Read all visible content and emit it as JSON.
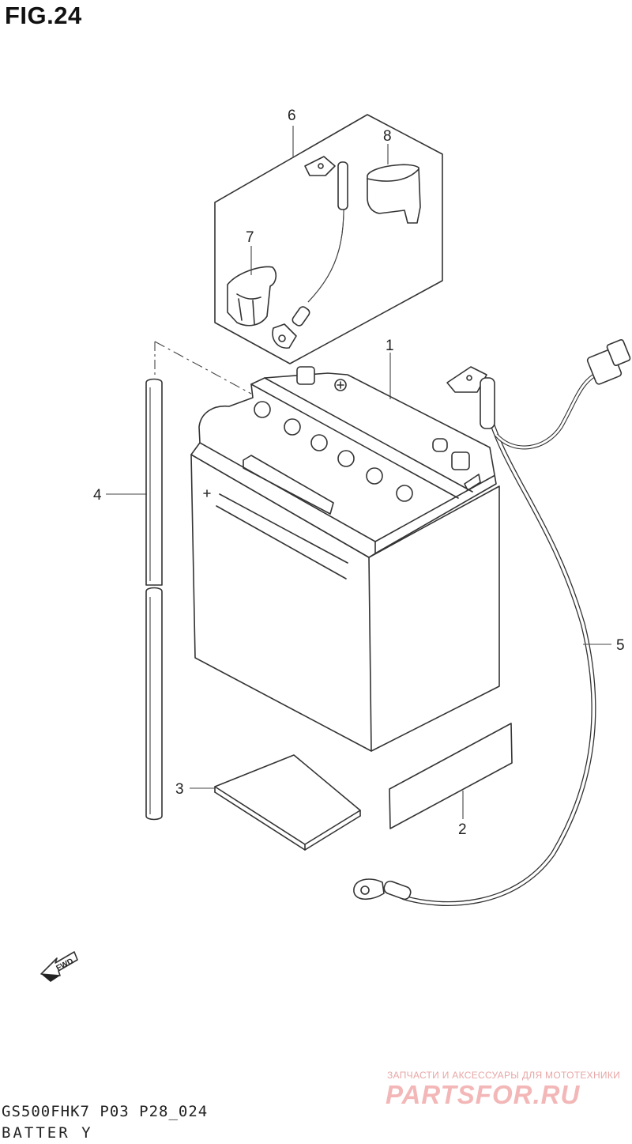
{
  "figure": {
    "title": "FIG.24"
  },
  "callouts": [
    {
      "id": "1",
      "label": "1"
    },
    {
      "id": "2",
      "label": "2"
    },
    {
      "id": "3",
      "label": "3"
    },
    {
      "id": "4",
      "label": "4"
    },
    {
      "id": "5",
      "label": "5"
    },
    {
      "id": "6",
      "label": "6"
    },
    {
      "id": "7",
      "label": "7"
    },
    {
      "id": "8",
      "label": "8"
    }
  ],
  "fwd": {
    "label": "FWD"
  },
  "footer": {
    "code": "GS500FHK7  P03  P28_024",
    "name": "BATTER Y"
  },
  "watermark": {
    "tagline": "ЗАПЧАСТИ И АКСЕССУАРЫ ДЛЯ МОТОТЕХНИКИ",
    "logo": "PARTSFOR.RU"
  },
  "colors": {
    "line": "#333333",
    "watermark": "#f3b7b7"
  }
}
